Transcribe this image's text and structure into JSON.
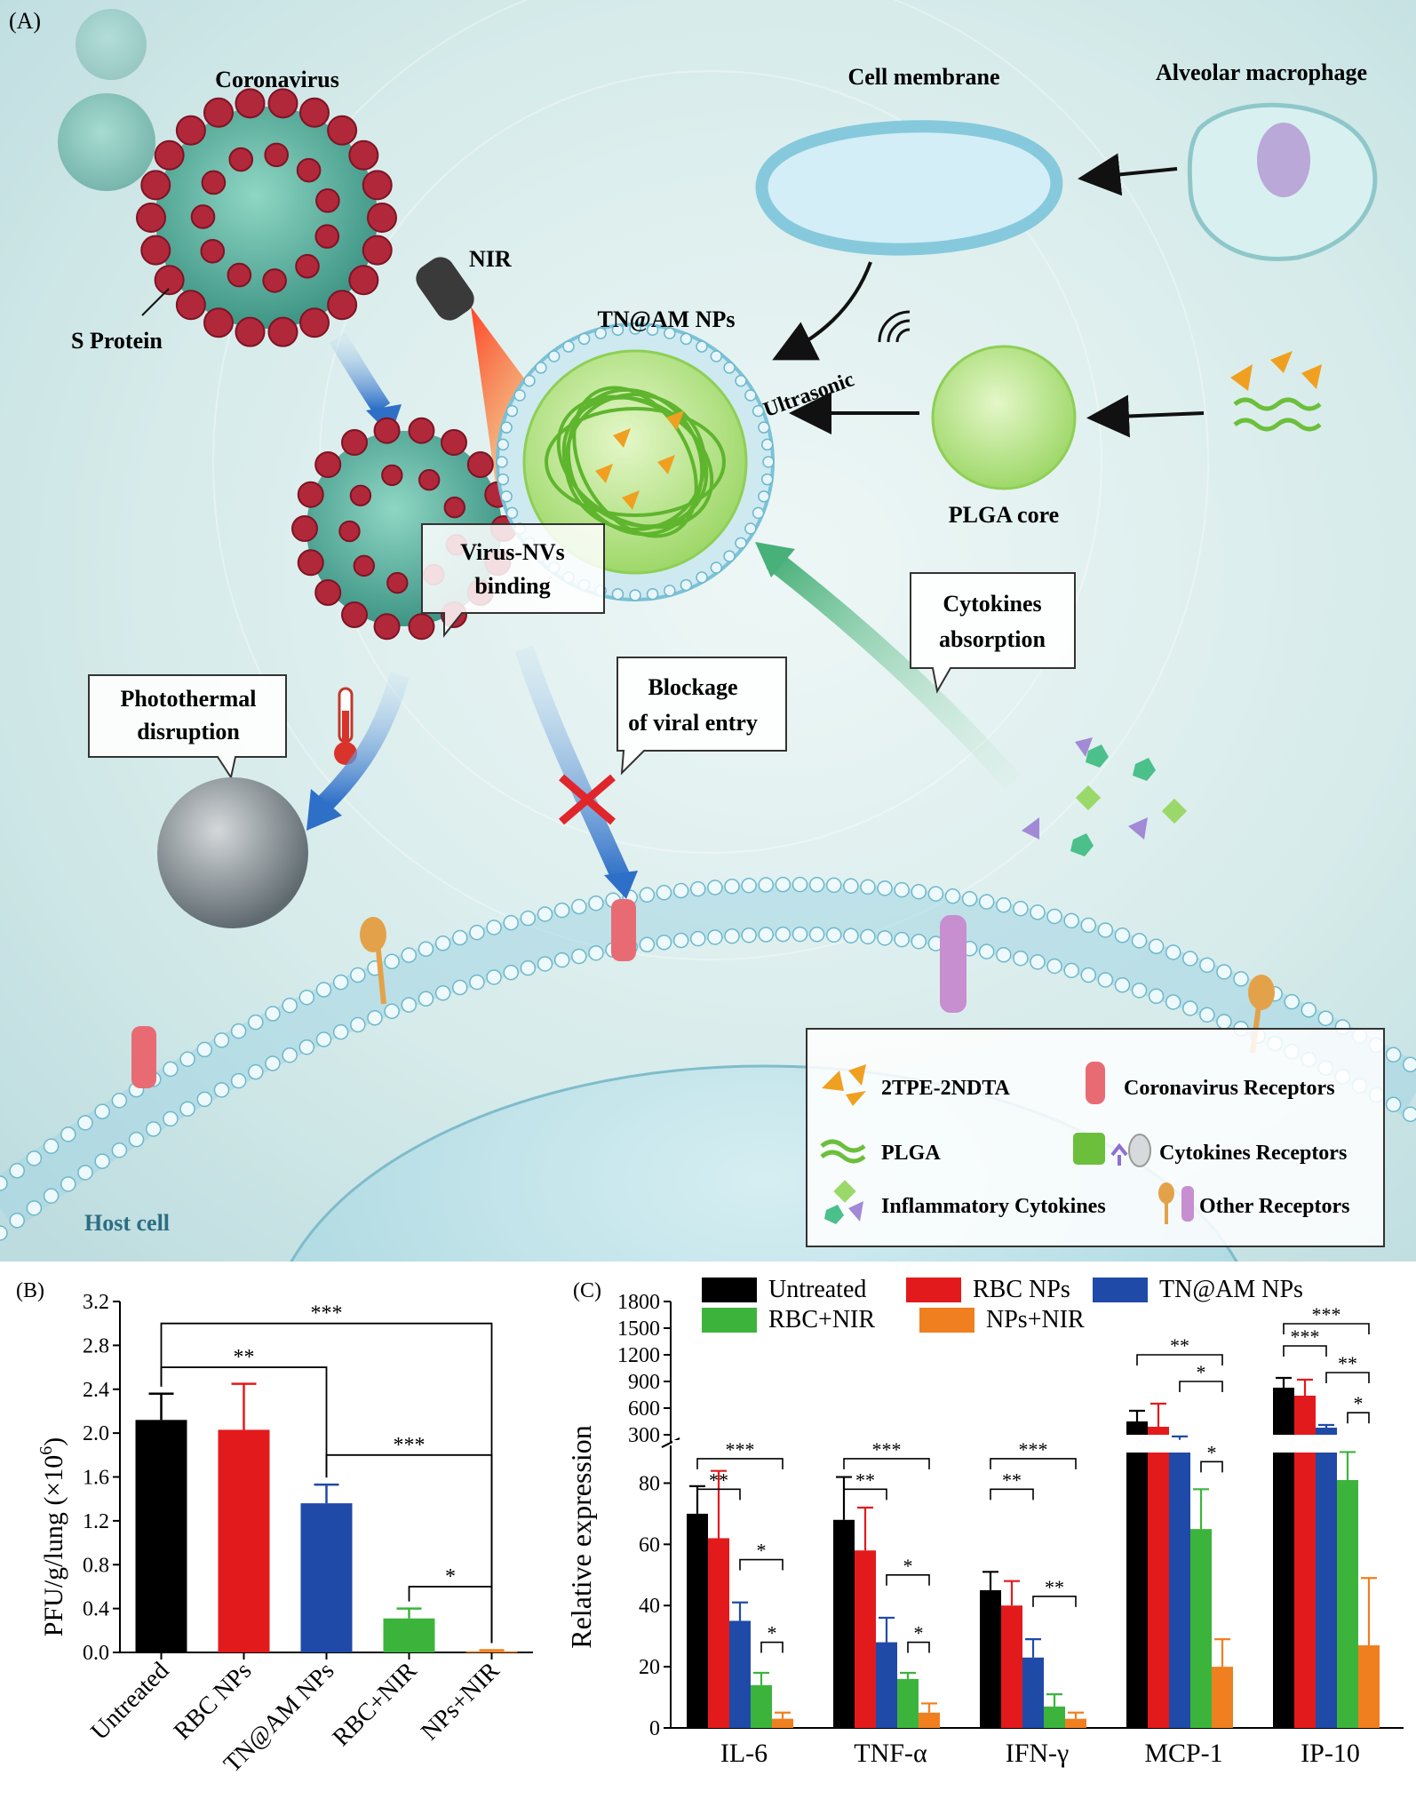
{
  "panelA": {
    "panel_label": "(A)",
    "labels": {
      "coronavirus": "Coronavirus",
      "s_protein": "S Protein",
      "nir": "NIR",
      "tn_am_nps": "TN@AM NPs",
      "cell_membrane": "Cell membrane",
      "alveolar_macrophage": "Alveolar macrophage",
      "ultrasonic": "Ultrasonic",
      "plga_core": "PLGA core",
      "host_cell": "Host cell"
    },
    "callouts": {
      "virus_binding_1": "Virus-NVs",
      "virus_binding_2": "binding",
      "cytokines_1": "Cytokines",
      "cytokines_2": "absorption",
      "photothermal_1": "Photothermal",
      "photothermal_2": "disruption",
      "blockage_1": "Blockage",
      "blockage_2": "of viral entry"
    },
    "legend": {
      "tpe": "2TPE-2NDTA",
      "coronavirus_receptors": "Coronavirus Receptors",
      "plga": "PLGA",
      "cytokines_receptors": "Cytokines Receptors",
      "inflammatory_cytokines": "Inflammatory Cytokines",
      "other_receptors": "Other Receptors"
    },
    "colors": {
      "background": "#cfe6e8",
      "virus_spike": "#b0283a",
      "virus_body": "#5fb3a3",
      "plga_green": "#6cbf3a",
      "drug_orange": "#f0a020",
      "membrane_blue": "#9fd3e2"
    }
  },
  "panelB": {
    "panel_label": "(B)",
    "chart_data": {
      "type": "bar",
      "ylabel_main": "PFU/g/lung (×10",
      "ylabel_exp": "6",
      "ylabel_close": ")",
      "ylim": [
        0.0,
        3.2
      ],
      "yticks": [
        "0.0",
        "0.4",
        "0.8",
        "1.2",
        "1.6",
        "2.0",
        "2.4",
        "2.8",
        "3.2"
      ],
      "categories": [
        "Untreated",
        "RBC NPs",
        "TN@AM NPs",
        "RBC+NIR",
        "NPs+NIR"
      ],
      "values": [
        2.12,
        2.03,
        1.36,
        0.31,
        0.01
      ],
      "errors": [
        0.24,
        0.42,
        0.17,
        0.09,
        0.01
      ],
      "colors": [
        "#000000",
        "#e31a1c",
        "#1f4aa8",
        "#3cb43c",
        "#f07f1f"
      ],
      "significance": [
        {
          "from": 0,
          "to": 4,
          "label": "***"
        },
        {
          "from": 0,
          "to": 2,
          "label": "**"
        },
        {
          "from": 2,
          "to": 4,
          "label": "***"
        },
        {
          "from": 3,
          "to": 4,
          "label": "*"
        }
      ]
    }
  },
  "panelC": {
    "panel_label": "(C)",
    "chart_data": {
      "type": "bar",
      "ylabel": "Relative expression",
      "broken_axis": true,
      "upper_ylim": [
        300,
        1800
      ],
      "upper_yticks": [
        "300",
        "600",
        "900",
        "1200",
        "1500",
        "1800"
      ],
      "lower_ylim": [
        0,
        80
      ],
      "lower_yticks": [
        "0",
        "20",
        "40",
        "60",
        "80"
      ],
      "categories": [
        "IL-6",
        "TNF-α",
        "IFN-γ",
        "MCP-1",
        "IP-10"
      ],
      "series": [
        {
          "name": "Untreated",
          "color": "#000000",
          "values": [
            70,
            68,
            45,
            450,
            830
          ],
          "errors": [
            9,
            14,
            6,
            120,
            110
          ]
        },
        {
          "name": "RBC NPs",
          "color": "#e31a1c",
          "values": [
            62,
            58,
            40,
            390,
            740
          ],
          "errors": [
            22,
            14,
            8,
            260,
            180
          ]
        },
        {
          "name": "TN@AM NPs",
          "color": "#1f4aa8",
          "values": [
            35,
            28,
            23,
            240,
            380
          ],
          "errors": [
            6,
            8,
            6,
            40,
            30
          ]
        },
        {
          "name": "RBC+NIR",
          "color": "#3cb43c",
          "values": [
            14,
            16,
            7,
            65,
            81
          ],
          "errors": [
            4,
            2,
            4,
            13,
            15
          ]
        },
        {
          "name": "NPs+NIR",
          "color": "#f07f1f",
          "values": [
            3,
            5,
            3,
            20,
            27
          ],
          "errors": [
            2,
            3,
            2,
            9,
            22
          ]
        }
      ],
      "significance": [
        {
          "group": 0,
          "from": 0,
          "to": 4,
          "label": "***"
        },
        {
          "group": 0,
          "from": 0,
          "to": 2,
          "label": "**"
        },
        {
          "group": 0,
          "from": 2,
          "to": 4,
          "label": "*"
        },
        {
          "group": 0,
          "from": 3,
          "to": 4,
          "label": "*"
        },
        {
          "group": 1,
          "from": 0,
          "to": 4,
          "label": "***"
        },
        {
          "group": 1,
          "from": 0,
          "to": 2,
          "label": "**"
        },
        {
          "group": 1,
          "from": 2,
          "to": 4,
          "label": "*"
        },
        {
          "group": 1,
          "from": 3,
          "to": 4,
          "label": "*"
        },
        {
          "group": 2,
          "from": 0,
          "to": 4,
          "label": "***"
        },
        {
          "group": 2,
          "from": 0,
          "to": 2,
          "label": "**"
        },
        {
          "group": 2,
          "from": 2,
          "to": 4,
          "label": "**"
        },
        {
          "group": 3,
          "from": 0,
          "to": 4,
          "label": "**"
        },
        {
          "group": 3,
          "from": 2,
          "to": 4,
          "label": "*"
        },
        {
          "group": 3,
          "from": 3,
          "to": 4,
          "label": "*"
        },
        {
          "group": 4,
          "from": 0,
          "to": 4,
          "label": "***"
        },
        {
          "group": 4,
          "from": 0,
          "to": 2,
          "label": "***"
        },
        {
          "group": 4,
          "from": 2,
          "to": 4,
          "label": "**"
        },
        {
          "group": 4,
          "from": 3,
          "to": 4,
          "label": "*"
        }
      ]
    }
  }
}
